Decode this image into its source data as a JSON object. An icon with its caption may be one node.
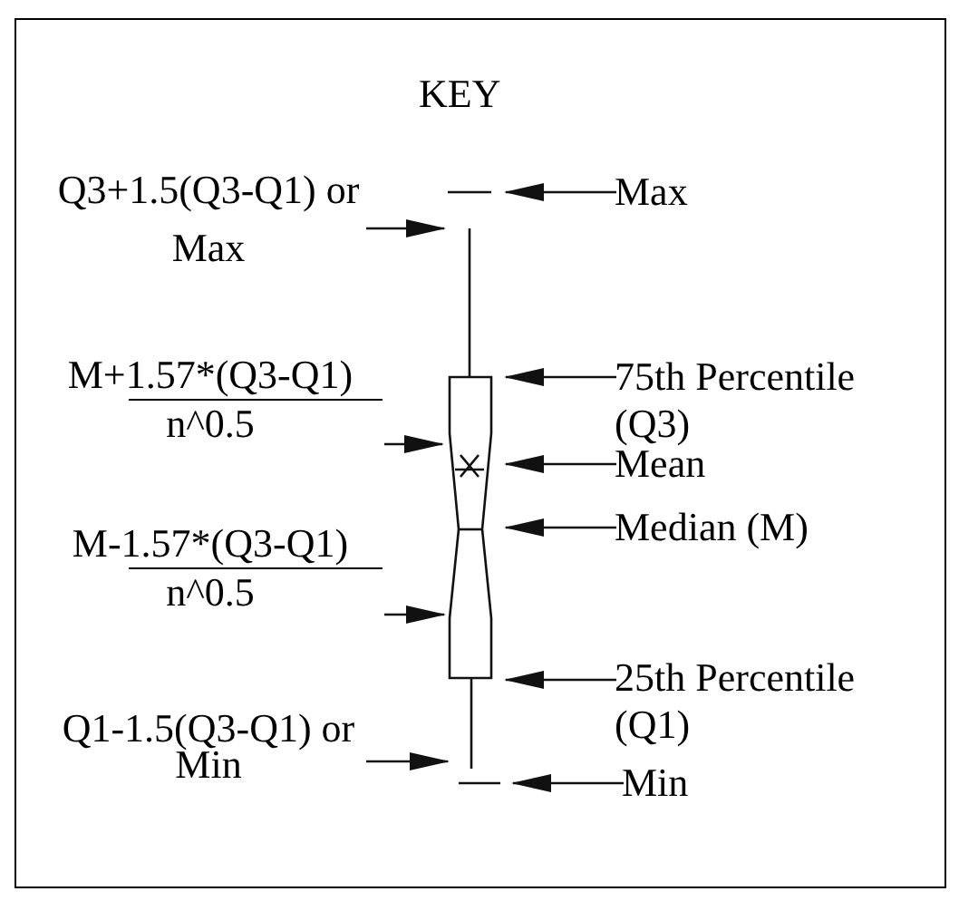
{
  "diagram": {
    "nodes": [
      {
        "text": [
          "KEY"
        ]
      },
      {
        "text": [
          "Q3+1.5(Q3-Q1) or Max"
        ],
        "in": 0
      },
      {
        "text": [
          "M+1.57*(Q3-Q1)",
          "n^0.5"
        ],
        "in": 0
      },
      {
        "text": [
          "M-1.57*(Q3-Q1)",
          "n^0.5"
        ],
        "in": 0
      },
      {
        "text": [
          "Q1-1.5(Q3-Q1) or Min"
        ],
        "in": 0
      },
      {
        "text": [
          "Max"
        ],
        "in": 0
      },
      {
        "text": [
          "75th Percentile (Q3)"
        ],
        "in": 0
      },
      {
        "text": [
          "Mean"
        ],
        "in": 0
      },
      {
        "text": [
          "Median (M)"
        ],
        "in": 0
      },
      {
        "text": [
          "25th Percentile (Q1)"
        ],
        "in": 0
      },
      {
        "text": [
          "Min"
        ],
        "in": 0
      }
    ],
    "edges": [
      {
        "from": 1,
        "to": null,
        "arrow": "to"
      },
      {
        "from": 2,
        "to": null,
        "arrow": "to"
      },
      {
        "from": 3,
        "to": null,
        "arrow": "to"
      },
      {
        "from": 4,
        "to": null,
        "arrow": "to"
      },
      {
        "from": 5,
        "to": null,
        "arrow": "to"
      },
      {
        "from": 6,
        "to": null,
        "arrow": "to"
      },
      {
        "from": 7,
        "to": null,
        "arrow": "to"
      },
      {
        "from": 8,
        "to": null,
        "arrow": "to"
      },
      {
        "from": 9,
        "to": null,
        "arrow": "to"
      },
      {
        "from": 10,
        "to": null,
        "arrow": "to"
      }
    ]
  }
}
